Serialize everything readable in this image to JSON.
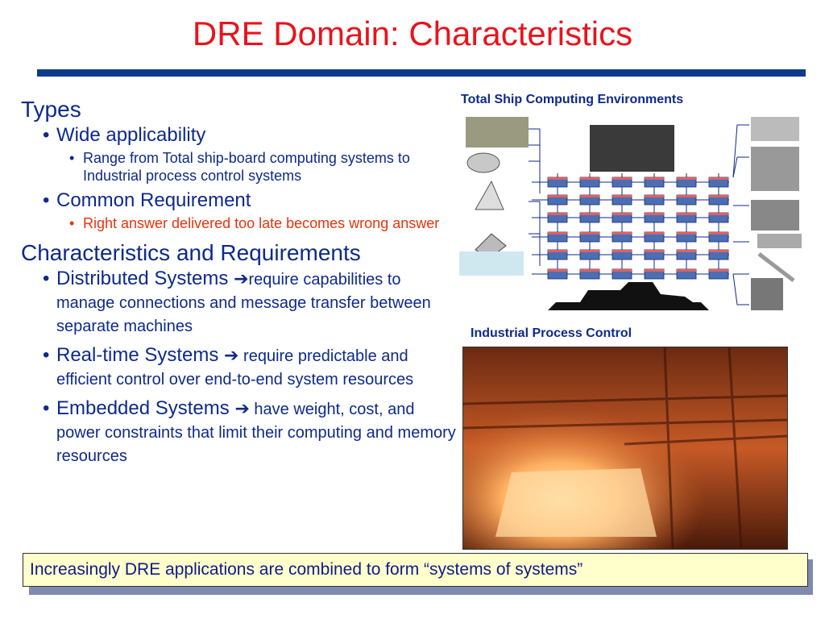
{
  "slide": {
    "title": "DRE Domain: Characteristics",
    "types_heading": "Types",
    "wide_applicability": "Wide applicability",
    "wide_sub": "Range from Total ship-board computing systems to Industrial process control systems",
    "common_requirement": "Common Requirement",
    "common_sub": "Right answer delivered too late becomes wrong answer",
    "char_heading": "Characteristics and Requirements",
    "distributed_lead": "Distributed Systems ",
    "distributed_rest": "require capabilities to manage connections and message transfer between separate machines",
    "realtime_lead": "Real-time Systems ",
    "realtime_rest": " require predictable and efficient control over end-to-end system resources",
    "embedded_lead": "Embedded Systems ",
    "embedded_rest": " have weight, cost, and power constraints that limit their computing and memory resources",
    "caption_ship": "Total Ship Computing Environments",
    "caption_industrial": "Industrial Process Control",
    "banner": "Increasingly DRE applications are combined to form “systems of systems”"
  },
  "colors": {
    "title_red": "#e8141c",
    "body_blue": "#0d2a8a",
    "rule_blue": "#0d3b8c",
    "accent_red": "#e8330a",
    "banner_fill": "#ffffcc"
  }
}
